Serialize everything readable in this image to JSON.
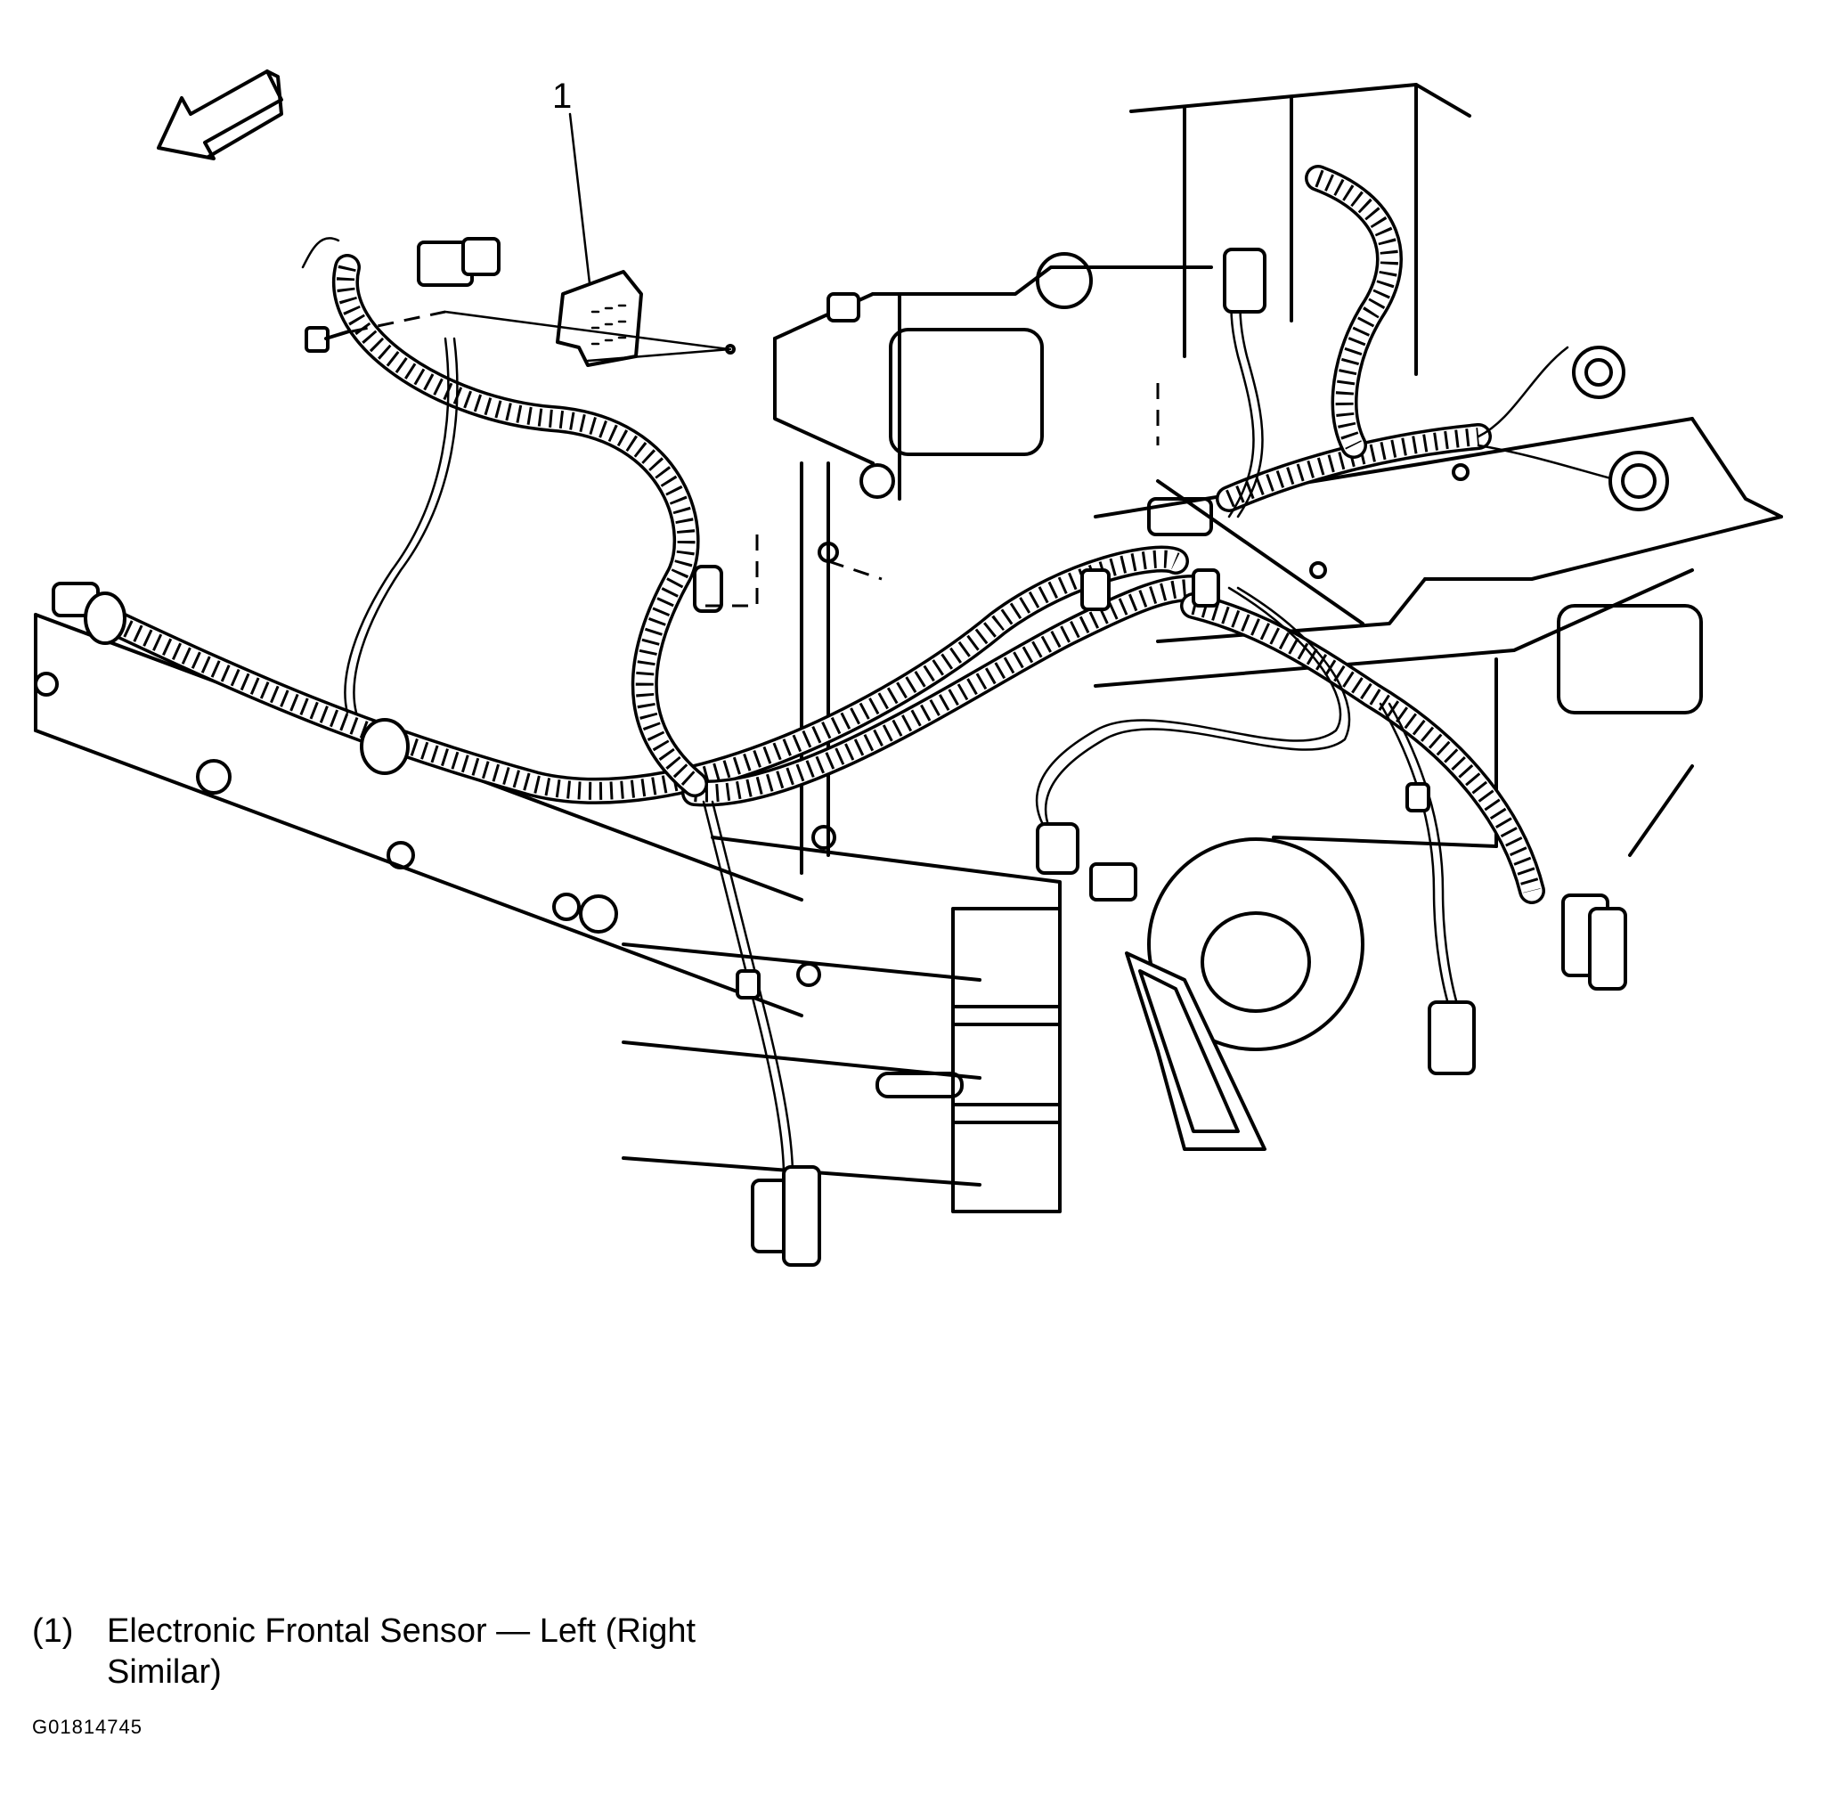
{
  "callouts": [
    {
      "number": "1"
    }
  ],
  "legend": [
    {
      "number": "(1)",
      "text": "Electronic Frontal Sensor — Left (Right Similar)"
    }
  ],
  "figure_id": "G01814745",
  "icons": [
    "front-direction-arrow-icon"
  ]
}
